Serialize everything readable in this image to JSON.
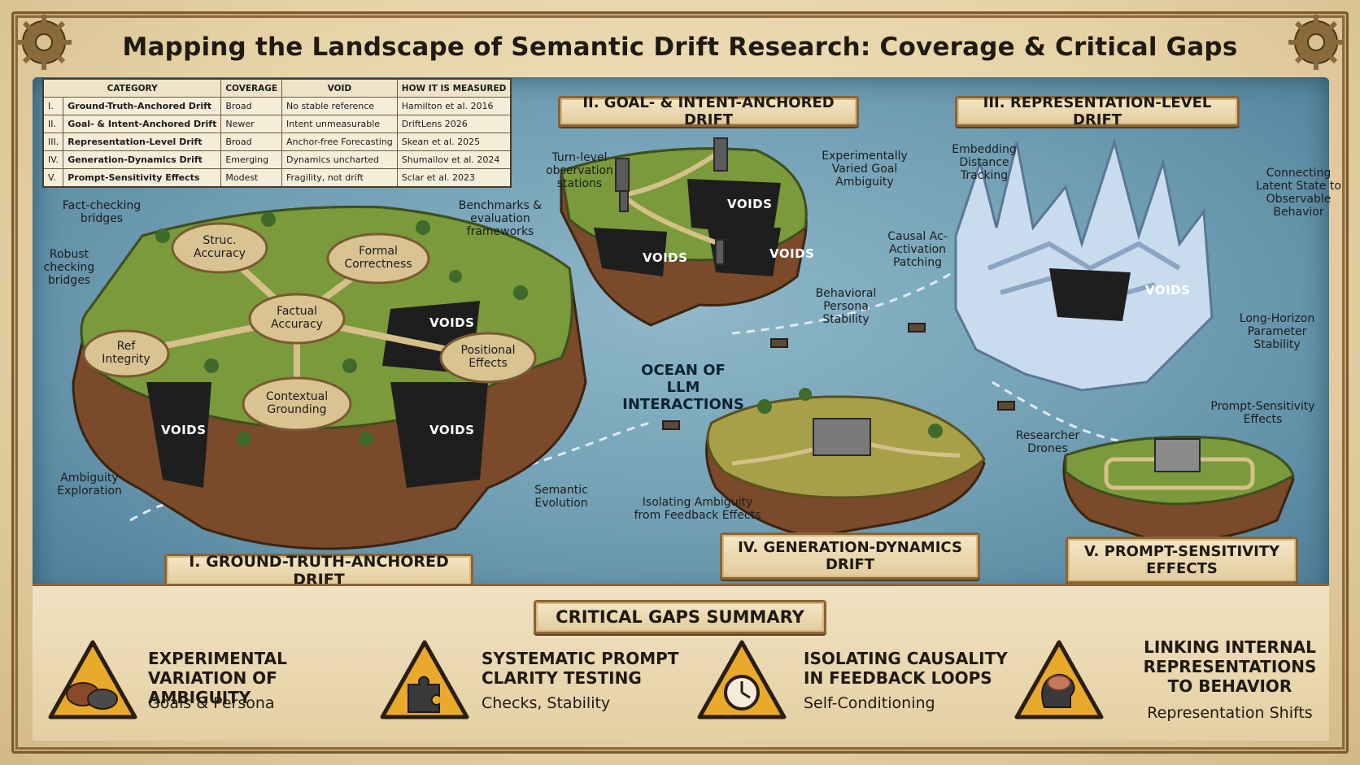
{
  "title": "Mapping the Landscape of Semantic Drift Research: Coverage & Critical Gaps",
  "legend": {
    "headers": [
      "CATEGORY",
      "COVERAGE",
      "VOID",
      "HOW IT IS MEASURED"
    ],
    "rows": [
      {
        "num": "I.",
        "category": "Ground-Truth-Anchored Drift",
        "coverage": "Broad",
        "void": "No stable reference",
        "measured": "Hamilton et al. 2016"
      },
      {
        "num": "II.",
        "category": "Goal- & Intent-Anchored Drift",
        "coverage": "Newer",
        "void": "Intent unmeasurable",
        "measured": "DriftLens 2026"
      },
      {
        "num": "III.",
        "category": "Representation-Level Drift",
        "coverage": "Broad",
        "void": "Anchor-free Forecasting",
        "measured": "Skean et al. 2025"
      },
      {
        "num": "IV.",
        "category": "Generation-Dynamics Drift",
        "coverage": "Emerging",
        "void": "Dynamics uncharted",
        "measured": "Shumailov et al. 2024"
      },
      {
        "num": "V.",
        "category": "Prompt-Sensitivity Effects",
        "coverage": "Modest",
        "void": "Fragility, not drift",
        "measured": "Sclar et al. 2023"
      }
    ]
  },
  "banners": {
    "b1": "I. GROUND-TRUTH-ANCHORED DRIFT",
    "b2": "II. GOAL- & INTENT-ANCHORED DRIFT",
    "b3": "III. REPRESENTATION-LEVEL DRIFT",
    "b4_line1": "IV. GENERATION-DYNAMICS",
    "b4_line2": "DRIFT",
    "b5_line1": "V. PROMPT-SENSITIVITY",
    "b5_line2": "EFFECTS"
  },
  "island1": {
    "nodes": {
      "struc": [
        "Struc.",
        "Accuracy"
      ],
      "formal": [
        "Formal",
        "Correctness"
      ],
      "factual": [
        "Factual",
        "Accuracy"
      ],
      "ref": [
        "Ref",
        "Integrity"
      ],
      "positional": [
        "Positional",
        "Effects"
      ],
      "contextual": [
        "Contextual",
        "Grounding"
      ]
    },
    "callouts": {
      "fact_checking": [
        "Fact-checking",
        "bridges"
      ],
      "robust": [
        "Robust",
        "checking",
        "bridges"
      ],
      "benchmarks": [
        "Benchmarks &",
        "evaluation",
        "frameworks"
      ],
      "ambiguity": [
        "Ambiguity",
        "Exploration"
      ],
      "semantic": [
        "Semantic",
        "Evolution"
      ]
    }
  },
  "island2": {
    "callouts": {
      "turn_level": [
        "Turn-level",
        "observation",
        "stations"
      ],
      "varied_goal": [
        "Experimentally",
        "Varied Goal",
        "Ambiguity"
      ],
      "persona": [
        "Behavioral",
        "Persona",
        "Stability"
      ]
    }
  },
  "island3": {
    "callouts": {
      "embedding": [
        "Embedding",
        "Distance",
        "Tracking"
      ],
      "connecting": [
        "Connecting",
        "Latent State to",
        "Observable",
        "Behavior"
      ],
      "causal": [
        "Causal Ac-",
        "Activation",
        "Patching"
      ],
      "long_horizon": [
        "Long-Horizon",
        "Parameter",
        "Stability"
      ]
    }
  },
  "island4": {
    "callouts": {
      "isolating": [
        "Isolating Ambiguity",
        "from Feedback Effects"
      ],
      "drones": [
        "Researcher",
        "Drones"
      ]
    }
  },
  "island5": {
    "callouts": {
      "prompt_sens": [
        "Prompt-Sensitivity",
        "Effects"
      ]
    }
  },
  "void_label": "VOIDS",
  "ocean_label": [
    "OCEAN OF LLM",
    "INTERACTIONS"
  ],
  "gaps": {
    "title": "CRITICAL GAPS SUMMARY",
    "items": [
      {
        "title": [
          "EXPERIMENTAL",
          "VARIATION OF AMBIGUITY"
        ],
        "sub": "Goals & Persona",
        "icon": "speech-bubbles-icon"
      },
      {
        "title": [
          "SYSTEMATIC PROMPT",
          "CLARITY TESTING"
        ],
        "sub": "Checks, Stability",
        "icon": "puzzle-icon"
      },
      {
        "title": [
          "ISOLATING CAUSALITY",
          "IN FEEDBACK LOOPS"
        ],
        "sub": "Self-Conditioning",
        "icon": "clock-icon"
      },
      {
        "title": [
          "LINKING INTERNAL",
          "REPRESENTATIONS",
          "TO BEHAVIOR"
        ],
        "sub": "Representation Shifts",
        "icon": "brain-head-icon"
      }
    ]
  },
  "colors": {
    "ocean": "#6f9db3",
    "grass": "#7a9a3c",
    "cliff": "#8a5a36",
    "void": "#1e1e1e",
    "ice": "#c9dcee",
    "parchment": "#e6d2a6",
    "warning": "#e9a92a"
  }
}
